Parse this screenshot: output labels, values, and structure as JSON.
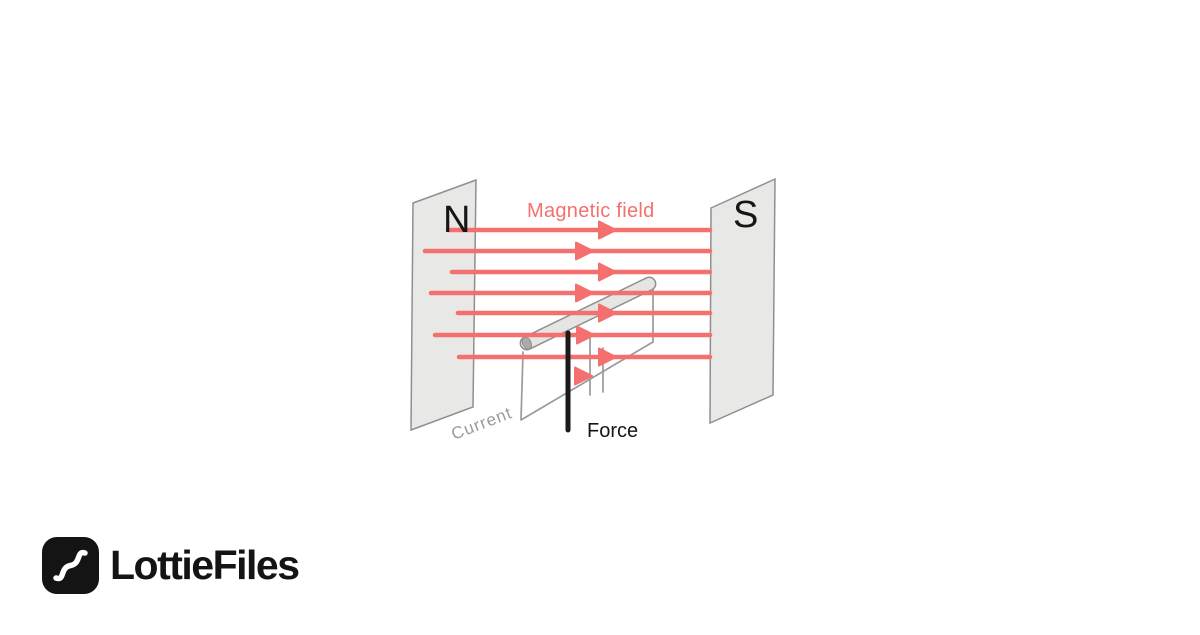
{
  "diagram": {
    "labels": {
      "north_pole": "N",
      "south_pole": "S",
      "magnetic_field": "Magnetic field",
      "current": "Current",
      "force": "Force"
    },
    "field_line_count": 7,
    "colors": {
      "field-line": "#f4706e",
      "plate-fill": "#e8e8e6",
      "plate-border": "#8f8f8f",
      "rod-fill": "#e5e5e3",
      "wire": "#9a9a9a",
      "force-line": "#1a1a1a"
    }
  },
  "branding": {
    "logo_text": "LottieFiles",
    "logo_color": "#141414"
  }
}
